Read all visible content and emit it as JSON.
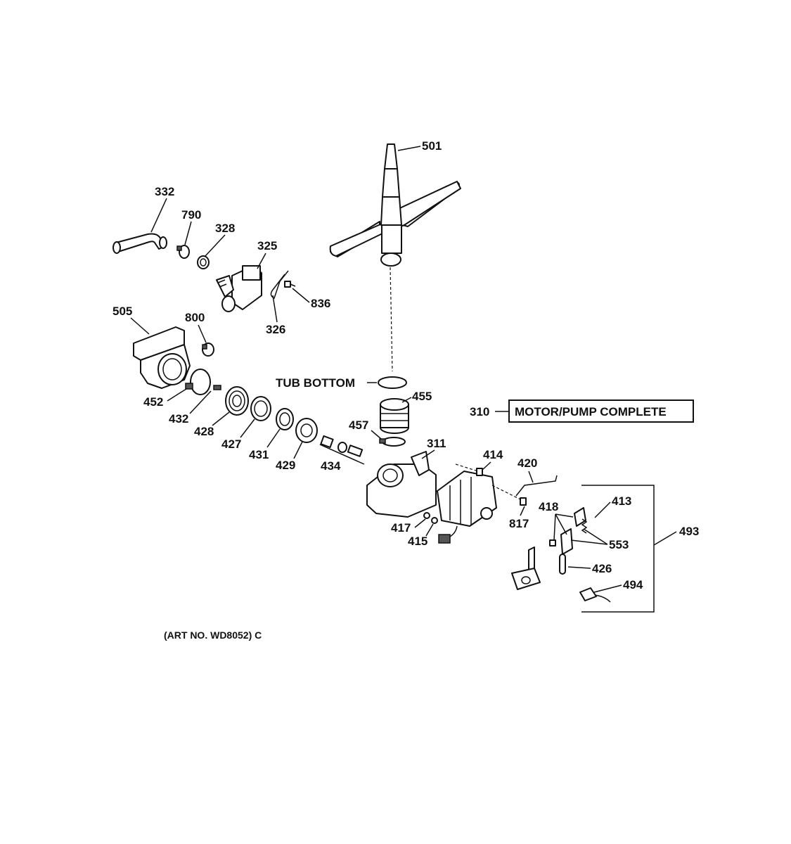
{
  "diagram": {
    "art_number": "(ART NO. WD8052) C",
    "callouts": {
      "tub_bottom": "TUB BOTTOM",
      "motor_pump_number": "310",
      "motor_pump_label": "MOTOR/PUMP COMPLETE"
    },
    "part_numbers": {
      "p501": "501",
      "p332": "332",
      "p790": "790",
      "p328": "328",
      "p325": "325",
      "p836": "836",
      "p326": "326",
      "p505": "505",
      "p800": "800",
      "p452": "452",
      "p432": "432",
      "p428": "428",
      "p427": "427",
      "p431": "431",
      "p429": "429",
      "p434": "434",
      "p455": "455",
      "p457": "457",
      "p311": "311",
      "p414": "414",
      "p420": "420",
      "p418": "418",
      "p413": "413",
      "p817": "817",
      "p417": "417",
      "p415": "415",
      "p493": "493",
      "p553": "553",
      "p426": "426",
      "p494": "494"
    }
  }
}
